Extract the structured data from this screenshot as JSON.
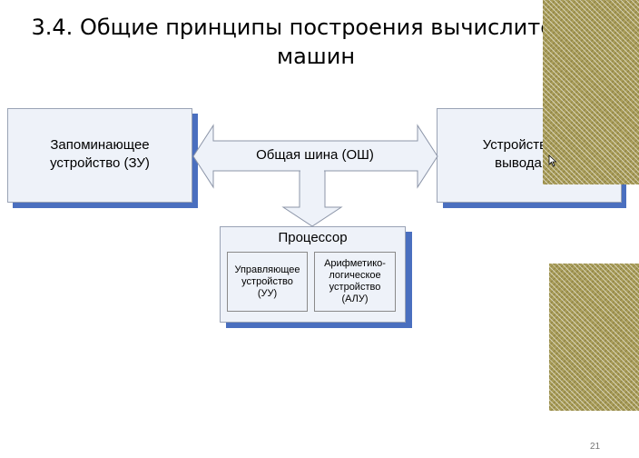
{
  "slide": {
    "title_line1": "3.4. Общие принципы построения вычислитель",
    "title_line2": "машин",
    "page_number": "21"
  },
  "diagram": {
    "memory_line1": "Запоминающее",
    "memory_line2": "устройство (ЗУ)",
    "io_line1": "Устройства",
    "io_line2": "вывода",
    "bus_label": "Общая шина (ОШ)",
    "processor_label": "Процессор",
    "control_unit": [
      "Управляющее",
      "устройство",
      "(УУ)"
    ],
    "alu": [
      "Арифметико-",
      "логическое",
      "устройство",
      "(АЛУ)"
    ]
  },
  "colors": {
    "box_fill": "#eef2f9",
    "shadow": "#4a6fbf",
    "arrow_fill": "#eef2f9",
    "arrow_stroke": "#8c95a8",
    "decor": "#a89c58"
  }
}
